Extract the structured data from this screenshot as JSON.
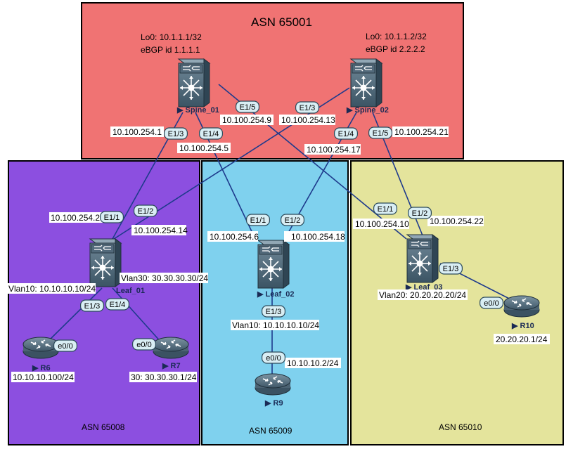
{
  "zones": {
    "asn_65001": {
      "title": "ASN 65001",
      "color": "#f07373"
    },
    "asn_65008": {
      "title": "ASN 65008",
      "color": "#8c4fe0"
    },
    "asn_65009": {
      "title": "ASN 65009",
      "color": "#7fd1ee"
    },
    "asn_65010": {
      "title": "ASN 65010",
      "color": "#e4e49c"
    }
  },
  "devices": {
    "spine_01": {
      "name": "Spine_01",
      "info1": "Lo0: 10.1.1.1/32",
      "info2": "eBGP id 1.1.1.1",
      "icon": "nexus-switch-icon"
    },
    "spine_02": {
      "name": "Spine_02",
      "info1": "Lo0: 10.1.1.2/32",
      "info2": "eBGP id 2.2.2.2",
      "icon": "nexus-switch-icon"
    },
    "leaf_01": {
      "name": "Leaf_01",
      "vlan10": "Vlan10: 10.10.10.10/24",
      "vlan30": "Vlan30: 30.30.30.30/24",
      "icon": "nexus-switch-icon"
    },
    "leaf_02": {
      "name": "Leaf_02",
      "vlan10": "Vlan10: 10.10.10.10/24",
      "icon": "nexus-switch-icon"
    },
    "leaf_03": {
      "name": "Leaf_03",
      "vlan20": "Vlan20: 20.20.20.20/24",
      "icon": "nexus-switch-icon"
    },
    "r6": {
      "name": "R6",
      "ip": "10.10.10.100/24",
      "icon": "router-icon"
    },
    "r7": {
      "name": "R7",
      "ip": "30: 30.30.30.1/24",
      "icon": "router-icon"
    },
    "r9": {
      "name": "R9",
      "ip": "10.10.10.2/24",
      "icon": "router-icon"
    },
    "r10": {
      "name": "R10",
      "ip": "20.20.20.1/24",
      "icon": "router-icon"
    }
  },
  "ports": {
    "s1_e13": "E1/3",
    "s1_e14": "E1/4",
    "s1_e15": "E1/5",
    "s2_e13": "E1/3",
    "s2_e14": "E1/4",
    "s2_e15": "E1/5",
    "l1_e11": "E1/1",
    "l1_e12": "E1/2",
    "l1_e13": "E1/3",
    "l1_e14": "E1/4",
    "l2_e11": "E1/1",
    "l2_e12": "E1/2",
    "l2_e13": "E1/3",
    "l3_e11": "E1/1",
    "l3_e12": "E1/2",
    "l3_e13": "E1/3",
    "r6_e00": "e0/0",
    "r7_e00": "e0/0",
    "r9_e00": "e0/0",
    "r10_e00": "e0/0"
  },
  "addresses": {
    "s1_1": "10.100.254.1",
    "s1_5": "10.100.254.5",
    "s1_9": "10.100.254.9",
    "s2_13": "10.100.254.13",
    "s2_17": "10.100.254.17",
    "s2_21": "10.100.254.21",
    "l1_2": "10.100.254.2",
    "l1_14": "10.100.254.14",
    "l2_6": "10.100.254.6",
    "l2_18": "10.100.254.18",
    "l3_10": "10.100.254.10",
    "l3_22": "10.100.254.22"
  }
}
